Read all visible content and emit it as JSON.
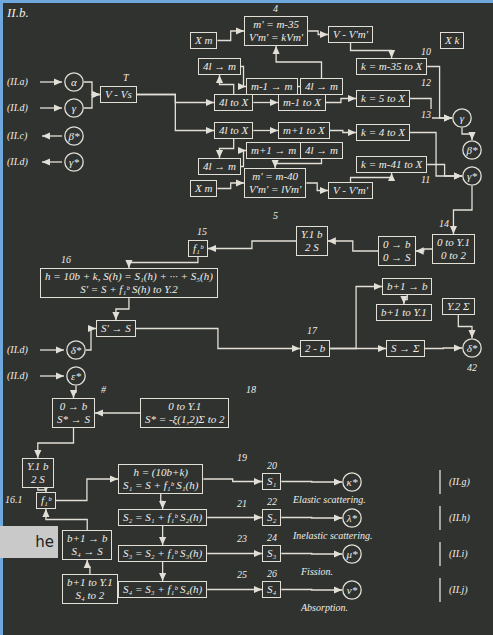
{
  "diagram": {
    "nodes": [
      {
        "text": [
          "X m"
        ]
      },
      {
        "text": [
          "m' = m-35",
          "V'm' = kVm'"
        ]
      },
      {
        "text": [
          "V - V'm'"
        ]
      },
      {
        "text": [
          "X k"
        ]
      },
      {
        "text": [
          "α"
        ]
      },
      {
        "text": [
          "γ"
        ]
      },
      {
        "text": [
          "V - Vs"
        ]
      },
      {
        "text": [
          "4l → m"
        ]
      },
      {
        "text": [
          "m-1 → m"
        ]
      },
      {
        "text": [
          "4l → m"
        ]
      },
      {
        "text": [
          "k = m-35 to X"
        ]
      },
      {
        "text": [
          "4l to X"
        ]
      },
      {
        "text": [
          "m-1 to X"
        ]
      },
      {
        "text": [
          "k = 5 to X"
        ]
      },
      {
        "text": [
          "γ"
        ]
      },
      {
        "text": [
          "4l to X"
        ]
      },
      {
        "text": [
          "m+1 to X"
        ]
      },
      {
        "text": [
          "k = 4 to X"
        ]
      },
      {
        "text": [
          "β*"
        ]
      },
      {
        "text": [
          "β*"
        ]
      },
      {
        "text": [
          "m+1 → m"
        ]
      },
      {
        "text": [
          "4l → m"
        ]
      },
      {
        "text": [
          "γ*"
        ]
      },
      {
        "text": [
          "k = m-41 to X"
        ]
      },
      {
        "text": [
          "4l → m"
        ]
      },
      {
        "text": [
          "γ*"
        ]
      },
      {
        "text": [
          "X m"
        ]
      },
      {
        "text": [
          "m' = m-40",
          "V'm' = lVm'"
        ]
      },
      {
        "text": [
          "V - V'm'"
        ]
      },
      {
        "text": [
          "f₁ᵇ"
        ]
      },
      {
        "text": [
          "Y.1 b",
          "2 S"
        ]
      },
      {
        "text": [
          "0 → b",
          "0 → S"
        ]
      },
      {
        "text": [
          "0 to Y.1",
          "0 to 2"
        ]
      },
      {
        "text": [
          "h = 10b + k, S(h) = S₁(h) + ··· + S₅(h)",
          "S' = S + f₁ᵇ S(h) to Y.2"
        ]
      },
      {
        "text": [
          "b+1 → b"
        ]
      },
      {
        "text": [
          "b+1 to Y.1"
        ]
      },
      {
        "text": [
          "Y.2 Σ"
        ]
      },
      {
        "text": [
          "δ*"
        ]
      },
      {
        "text": [
          "S' → S"
        ]
      },
      {
        "text": [
          "2 - b"
        ]
      },
      {
        "text": [
          "S → Σ"
        ]
      },
      {
        "text": [
          "δ*"
        ]
      },
      {
        "text": [
          "ε*"
        ]
      },
      {
        "text": [
          "0 → b",
          "S* → S"
        ]
      },
      {
        "text": [
          "0 to Y.1",
          "S* = -ξ(1,2)Σ to 2"
        ]
      },
      {
        "text": [
          "Y.1 b",
          "2 S"
        ]
      },
      {
        "text": [
          "h = (10b+k)",
          "S₁ = S + f₁ᵇ S₁(h)"
        ]
      },
      {
        "text": [
          "S₁"
        ]
      },
      {
        "text": [
          "κ*"
        ]
      },
      {
        "text": [
          "f₁ᵇ"
        ]
      },
      {
        "text": [
          "S₂ = S₁ + f₁ᵇ S₂(h)"
        ]
      },
      {
        "text": [
          "S₂"
        ]
      },
      {
        "text": [
          "λ*"
        ]
      },
      {
        "text": [
          "b+1 → b",
          "S₄ → S"
        ]
      },
      {
        "text": [
          "S₃ = S₂ + f₁ᵇ S₃(h)"
        ]
      },
      {
        "text": [
          "S₃"
        ]
      },
      {
        "text": [
          "μ*"
        ]
      },
      {
        "text": [
          "b+1 to Y.1",
          "S₄ to 2"
        ]
      },
      {
        "text": [
          "S₄ = S₃ + f₁ᵇ S₄(h)"
        ]
      },
      {
        "text": [
          "S₄"
        ]
      },
      {
        "text": [
          "ν*"
        ]
      }
    ],
    "edges": [
      {
        "from": 4,
        "to": 6,
        "arrow": "to"
      },
      {
        "from": 5,
        "to": 6,
        "arrow": "to"
      },
      {
        "from": 6,
        "to": 11,
        "arrow": "to"
      },
      {
        "from": 6,
        "to": 15,
        "arrow": "to"
      },
      {
        "from": 11,
        "to": 7,
        "arrow": "to"
      },
      {
        "from": 7,
        "to": 8,
        "arrow": "to"
      },
      {
        "from": 8,
        "to": 9,
        "arrow": "to"
      },
      {
        "from": 9,
        "to": 1,
        "arrow": "to"
      },
      {
        "from": 0,
        "to": 1,
        "arrow": "to"
      },
      {
        "from": 1,
        "to": 2,
        "arrow": "to"
      },
      {
        "from": 2,
        "to": 10,
        "arrow": "to"
      },
      {
        "from": 11,
        "to": 12,
        "arrow": "to"
      },
      {
        "from": 12,
        "to": 13,
        "arrow": "to"
      },
      {
        "from": 10,
        "to": 14,
        "arrow": "to"
      },
      {
        "from": 13,
        "to": 14,
        "arrow": "to"
      },
      {
        "from": 14,
        "to": 19,
        "arrow": "to"
      },
      {
        "from": 15,
        "to": 16,
        "arrow": "to"
      },
      {
        "from": 16,
        "to": 17,
        "arrow": "to"
      },
      {
        "from": 15,
        "to": 24,
        "arrow": "to"
      },
      {
        "from": 24,
        "to": 20,
        "arrow": "to"
      },
      {
        "from": 20,
        "to": 21,
        "arrow": "to"
      },
      {
        "from": 21,
        "to": 27,
        "arrow": "to"
      },
      {
        "from": 26,
        "to": 27,
        "arrow": "to"
      },
      {
        "from": 27,
        "to": 28,
        "arrow": "to"
      },
      {
        "from": 28,
        "to": 23,
        "arrow": "to"
      },
      {
        "from": 17,
        "to": 25,
        "arrow": "to"
      },
      {
        "from": 23,
        "to": 25,
        "arrow": "to"
      },
      {
        "from": 25,
        "to": 32,
        "arrow": "to"
      },
      {
        "from": 32,
        "to": 31,
        "arrow": "to"
      },
      {
        "from": 31,
        "to": 30,
        "arrow": "to"
      },
      {
        "from": 30,
        "to": 29,
        "arrow": "to"
      },
      {
        "from": 29,
        "to": 33,
        "arrow": "to"
      },
      {
        "from": 33,
        "to": 38,
        "arrow": "to"
      },
      {
        "from": 37,
        "to": 38,
        "arrow": "to"
      },
      {
        "from": 38,
        "to": 39,
        "arrow": "to"
      },
      {
        "from": 39,
        "to": 40,
        "arrow": "to"
      },
      {
        "from": 40,
        "to": 41,
        "arrow": "to"
      },
      {
        "from": 39,
        "to": 34,
        "arrow": "to"
      },
      {
        "from": 34,
        "to": 35,
        "arrow": "to"
      },
      {
        "from": 36,
        "to": 41,
        "arrow": "to"
      },
      {
        "from": 42,
        "to": 43,
        "arrow": "to"
      },
      {
        "from": 44,
        "to": 43,
        "arrow": "to"
      },
      {
        "from": 43,
        "to": 45,
        "arrow": "to"
      },
      {
        "from": 45,
        "to": 49,
        "arrow": "to"
      },
      {
        "from": 49,
        "to": 46,
        "arrow": "to"
      },
      {
        "from": 53,
        "to": 49,
        "arrow": "to"
      },
      {
        "from": 57,
        "to": 53,
        "arrow": "to"
      },
      {
        "from": 46,
        "to": 47,
        "arrow": "to"
      },
      {
        "from": 47,
        "to": 48,
        "arrow": "to"
      },
      {
        "from": 50,
        "to": 51,
        "arrow": "to"
      },
      {
        "from": 51,
        "to": 52,
        "arrow": "to"
      },
      {
        "from": 54,
        "to": 55,
        "arrow": "to"
      },
      {
        "from": 55,
        "to": 56,
        "arrow": "to"
      },
      {
        "from": 58,
        "to": 59,
        "arrow": "to"
      },
      {
        "from": 59,
        "to": 60,
        "arrow": "to"
      },
      {
        "from": 46,
        "to": 50,
        "arrow": "to"
      },
      {
        "from": 50,
        "to": 54,
        "arrow": "to"
      },
      {
        "from": 54,
        "to": 58,
        "arrow": "to"
      }
    ],
    "labels": [
      "II.b.",
      "T",
      "4",
      "5",
      "10",
      "12",
      "13",
      "11",
      "14",
      "15",
      "16",
      "17",
      "18",
      "19",
      "20",
      "21",
      "22",
      "23",
      "24",
      "25",
      "26",
      "16.1",
      "(II.a)",
      "(II.d)",
      "(II.c)",
      "(II.d)",
      "(II.d)",
      "(II.d)",
      "Elastic scattering.",
      "Inelastic scattering.",
      "Fission.",
      "Absorption.",
      "(II.g)",
      "(II.h)",
      "(II.i)",
      "(II.j)",
      "#",
      "he",
      "42"
    ]
  }
}
